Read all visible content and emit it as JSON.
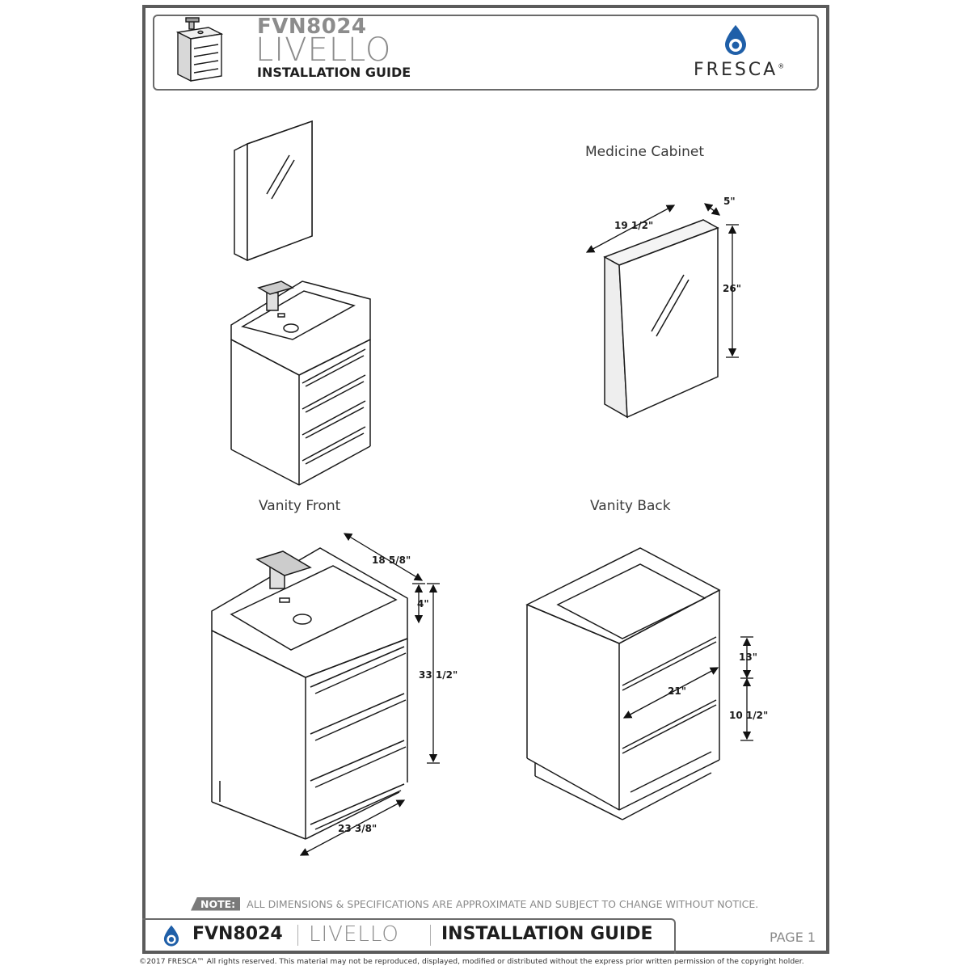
{
  "header": {
    "model": "FVN8024",
    "series": "LIVELLO",
    "guide": "INSTALLATION GUIDE",
    "brand": "FRESCA",
    "brand_mark": "®"
  },
  "labels": {
    "medicine_cabinet": "Medicine Cabinet",
    "vanity_front": "Vanity Front",
    "vanity_back": "Vanity Back"
  },
  "dimensions": {
    "cabinet_width": "19 1/2\"",
    "cabinet_depth": "5\"",
    "cabinet_height": "26\"",
    "vanity_depth": "18 5/8\"",
    "vanity_top": "4\"",
    "vanity_height": "33 1/2\"",
    "vanity_width": "23 3/8\"",
    "back_opening_width": "21\"",
    "back_upper_height": "13\"",
    "back_lower_height": "10 1/2\""
  },
  "note": {
    "tag": "NOTE:",
    "text": "ALL DIMENSIONS & SPECIFICATIONS ARE APPROXIMATE AND SUBJECT TO CHANGE WITHOUT NOTICE."
  },
  "footer": {
    "model": "FVN8024",
    "series": "LIVELLO",
    "guide": "INSTALLATION GUIDE",
    "page": "PAGE 1",
    "copyright": "©2017 FRESCA™ All rights reserved. This material may not be reproduced, displayed, modified or distributed without the express prior written permission of the copyright holder."
  },
  "icons": [
    "vanity-thumbnail-icon",
    "fresca-drop-logo-icon"
  ],
  "colors": {
    "frame": "#5b5b5b",
    "logo_blue": "#1f5fa8",
    "note_tag": "#7a7a7a",
    "text_gray": "#8c8c8c"
  }
}
